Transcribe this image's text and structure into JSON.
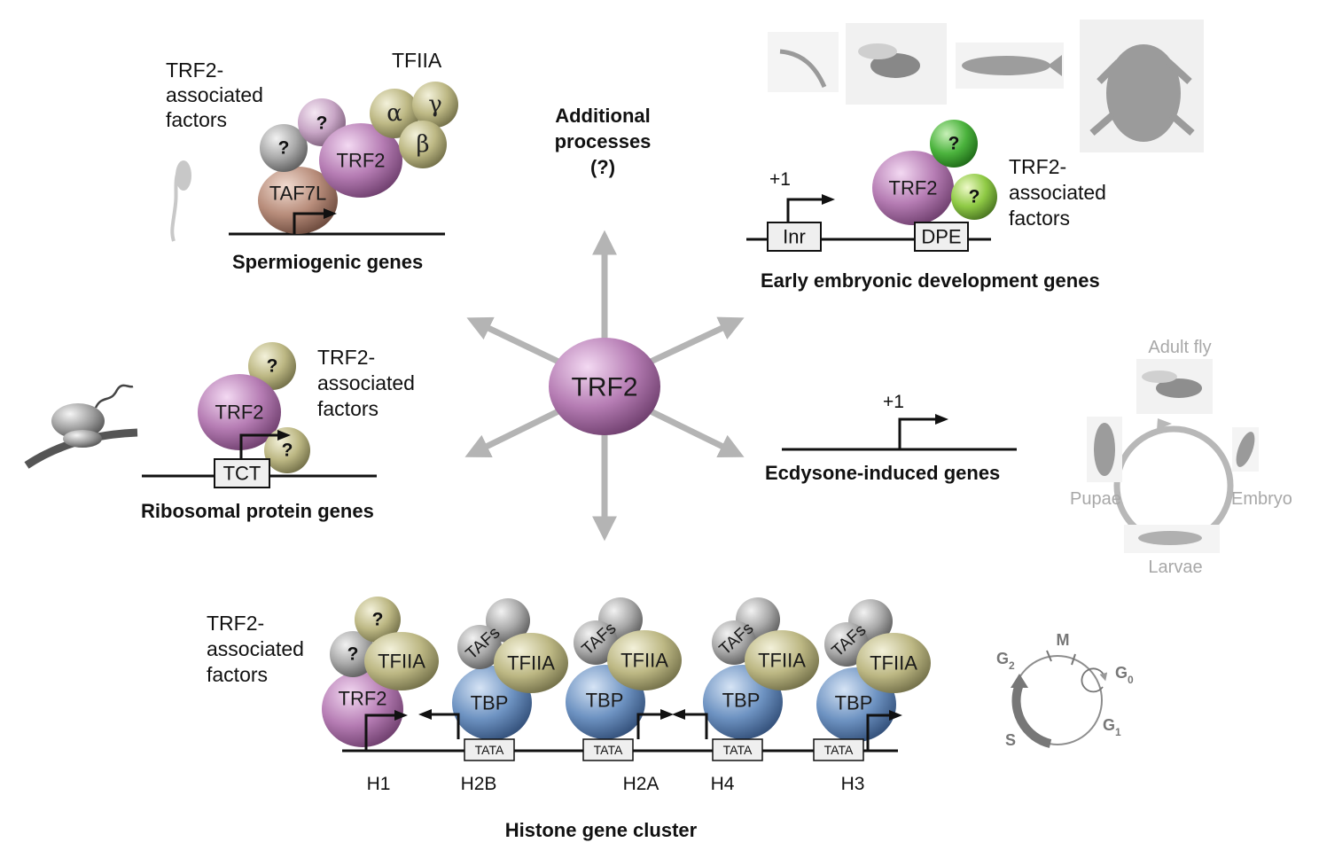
{
  "center": {
    "label": "TRF2"
  },
  "spermiogenic": {
    "associated_label": [
      "TRF2-",
      "associated",
      "factors"
    ],
    "tfiia_label": "TFIIA",
    "question": "?",
    "trf2": "TRF2",
    "taf7l": "TAF7L",
    "alpha": "α",
    "gamma": "γ",
    "beta": "β",
    "title": "Spermiogenic genes"
  },
  "additional": {
    "lines": [
      "Additional",
      "processes",
      "(?)"
    ]
  },
  "embryonic": {
    "plus1": "+1",
    "inr": "Inr",
    "dpe": "DPE",
    "trf2": "TRF2",
    "question": "?",
    "associated_label": [
      "TRF2-",
      "associated",
      "factors"
    ],
    "title": "Early embryonic development genes"
  },
  "ribosomal": {
    "trf2": "TRF2",
    "question": "?",
    "tct": "TCT",
    "associated_label": [
      "TRF2-",
      "associated",
      "factors"
    ],
    "title": "Ribosomal protein genes"
  },
  "ecdysone": {
    "plus1": "+1",
    "title": "Ecdysone-induced genes",
    "lifecycle": {
      "adult": "Adult fly",
      "embryo": "Embryo",
      "larvae": "Larvae",
      "pupae": "Pupae"
    }
  },
  "histone": {
    "associated_label": [
      "TRF2-",
      "associated",
      "factors"
    ],
    "question": "?",
    "tfiia": "TFIIA",
    "trf2": "TRF2",
    "tbp": "TBP",
    "tafs": "TAFs",
    "tata": "TATA",
    "genes": [
      "H1",
      "H2B",
      "H2A",
      "H4",
      "H3"
    ],
    "title": "Histone gene cluster",
    "cell_cycle": {
      "m": "M",
      "g2": "G",
      "g2_sub": "2",
      "g0": "G",
      "g0_sub": "0",
      "g1": "G",
      "g1_sub": "1",
      "s": "S"
    }
  },
  "colors": {
    "trf2": "#b06fae",
    "tbp": "#5a84b8",
    "tfiia": "#b7b27c",
    "question_gray": "#9a9a9a",
    "question_green": "#3fae3a",
    "arrow": "#b4b4b4"
  }
}
